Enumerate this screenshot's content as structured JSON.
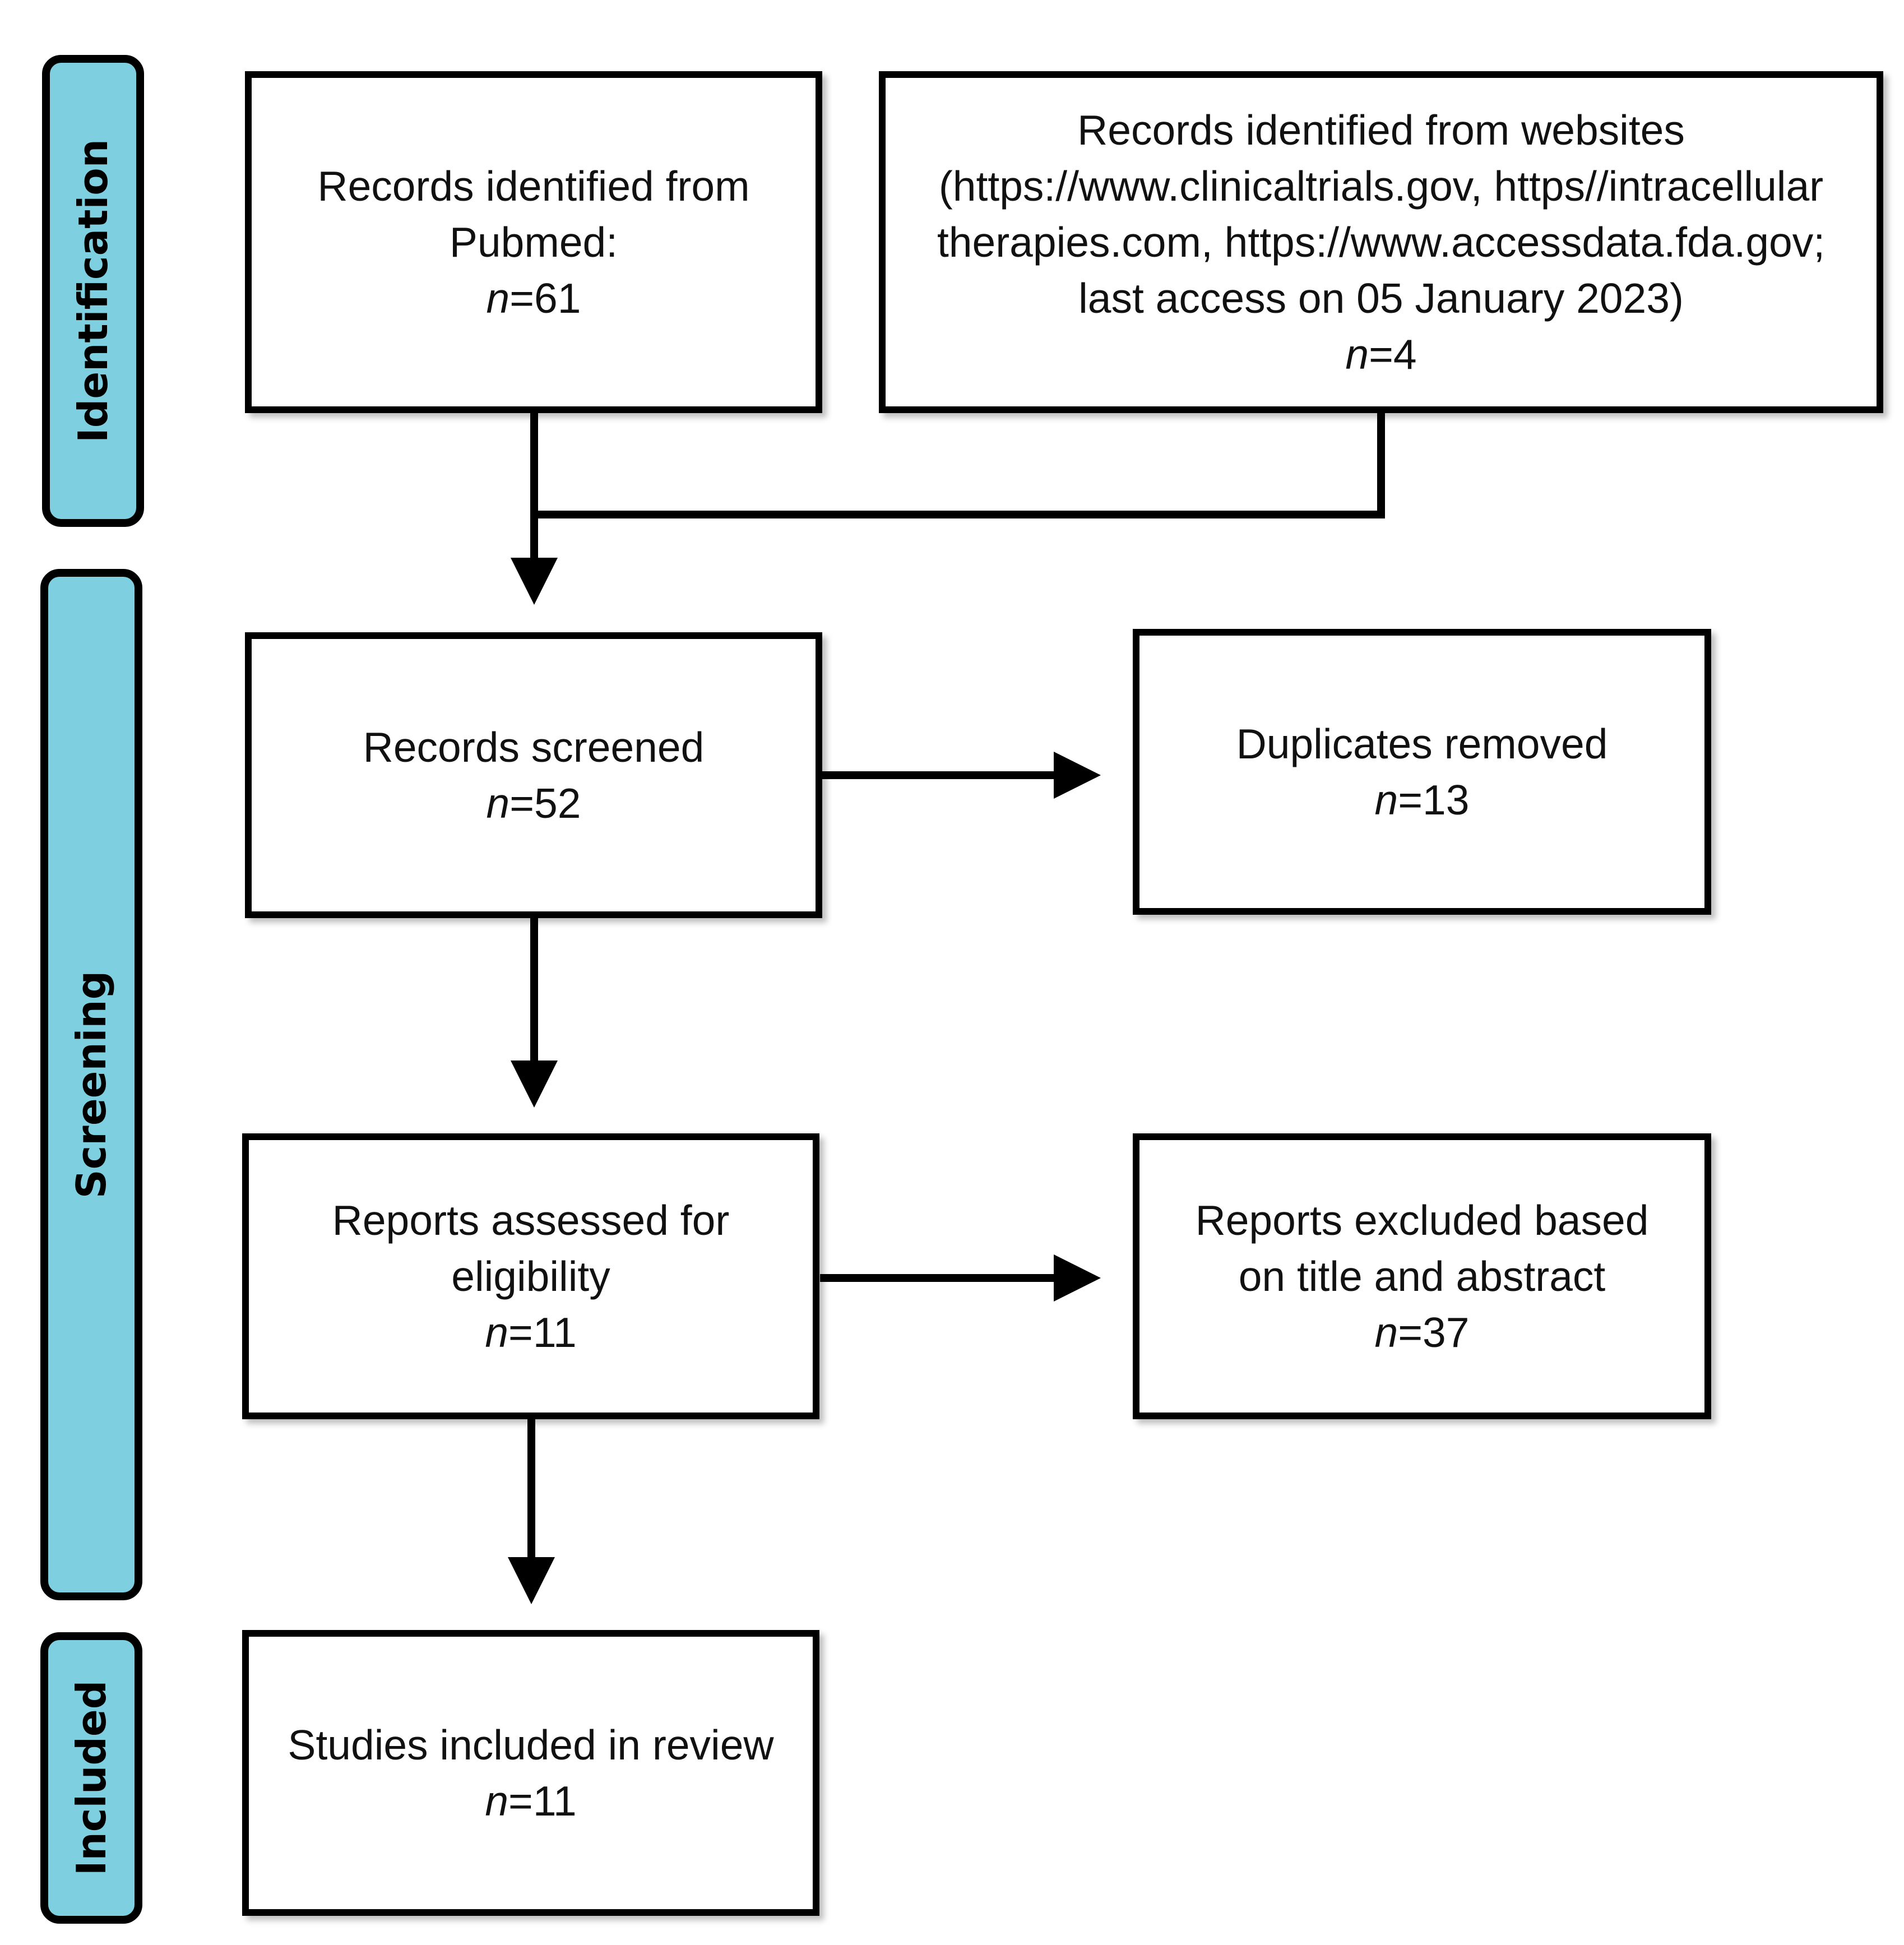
{
  "phases": {
    "identification": "Identification",
    "screening": "Screening",
    "included": "Included"
  },
  "boxes": {
    "pubmed": {
      "lines": [
        "Records identified from",
        "Pubmed:"
      ],
      "n_prefix": "n",
      "n_value": "=61"
    },
    "websites": {
      "lines": [
        "Records identified from websites",
        "(https://www.clinicaltrials.gov, https//intracellular",
        "therapies.com, https://www.accessdata.fda.gov;",
        "last access on 05 January 2023)"
      ],
      "n_prefix": "n",
      "n_value": "=4"
    },
    "screened": {
      "lines": [
        "Records screened"
      ],
      "n_prefix": "n",
      "n_value": "=52"
    },
    "duplicates": {
      "lines": [
        "Duplicates removed"
      ],
      "n_prefix": "n",
      "n_value": "=13"
    },
    "assessed": {
      "lines": [
        "Reports assessed for",
        "eligibility"
      ],
      "n_prefix": "n",
      "n_value": "=11"
    },
    "excluded": {
      "lines": [
        "Reports excluded based",
        "on title and abstract"
      ],
      "n_prefix": "n",
      "n_value": "=37"
    },
    "included": {
      "lines": [
        "Studies included in review"
      ],
      "n_prefix": "n",
      "n_value": "=11"
    }
  }
}
